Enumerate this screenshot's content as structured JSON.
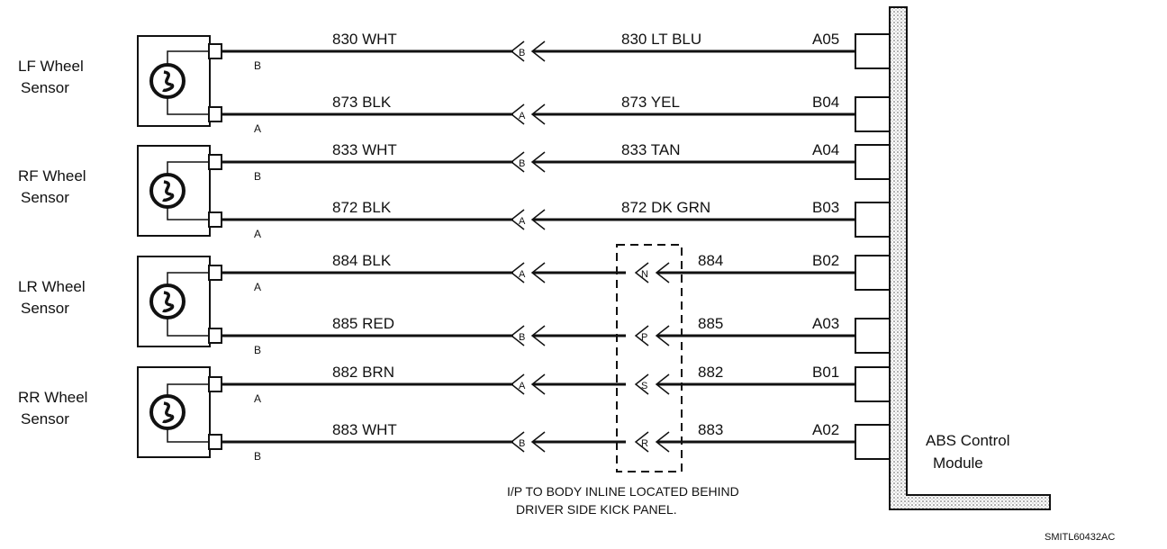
{
  "sensors": [
    {
      "name_line1": "LF Wheel",
      "name_line2": "Sensor",
      "wires": [
        {
          "pin": "B",
          "left_label": "830 WHT",
          "conn_pin": "B",
          "inline_pin": "",
          "right_label": "830 LT BLU",
          "module_pin": "A05"
        },
        {
          "pin": "A",
          "left_label": "873 BLK",
          "conn_pin": "A",
          "inline_pin": "",
          "right_label": "873 YEL",
          "module_pin": "B04"
        }
      ]
    },
    {
      "name_line1": "RF Wheel",
      "name_line2": "Sensor",
      "wires": [
        {
          "pin": "B",
          "left_label": "833 WHT",
          "conn_pin": "B",
          "inline_pin": "",
          "right_label": "833 TAN",
          "module_pin": "A04"
        },
        {
          "pin": "A",
          "left_label": "872 BLK",
          "conn_pin": "A",
          "inline_pin": "",
          "right_label": "872 DK GRN",
          "module_pin": "B03"
        }
      ]
    },
    {
      "name_line1": "LR Wheel",
      "name_line2": "Sensor",
      "wires": [
        {
          "pin": "A",
          "left_label": "884 BLK",
          "conn_pin": "A",
          "inline_pin": "N",
          "right_label": "884",
          "module_pin": "B02"
        },
        {
          "pin": "B",
          "left_label": "885 RED",
          "conn_pin": "B",
          "inline_pin": "P",
          "right_label": "885",
          "module_pin": "A03"
        }
      ]
    },
    {
      "name_line1": "RR Wheel",
      "name_line2": "Sensor",
      "wires": [
        {
          "pin": "A",
          "left_label": "882 BRN",
          "conn_pin": "A",
          "inline_pin": "S",
          "right_label": "882",
          "module_pin": "B01"
        },
        {
          "pin": "B",
          "left_label": "883 WHT",
          "conn_pin": "B",
          "inline_pin": "R",
          "right_label": "883",
          "module_pin": "A02"
        }
      ]
    }
  ],
  "module": {
    "line1": "ABS Control",
    "line2": "Module"
  },
  "inline_note": {
    "line1": "I/P TO BODY INLINE LOCATED BEHIND",
    "line2": "DRIVER SIDE KICK PANEL."
  },
  "figure_code": "SMITL60432AC"
}
